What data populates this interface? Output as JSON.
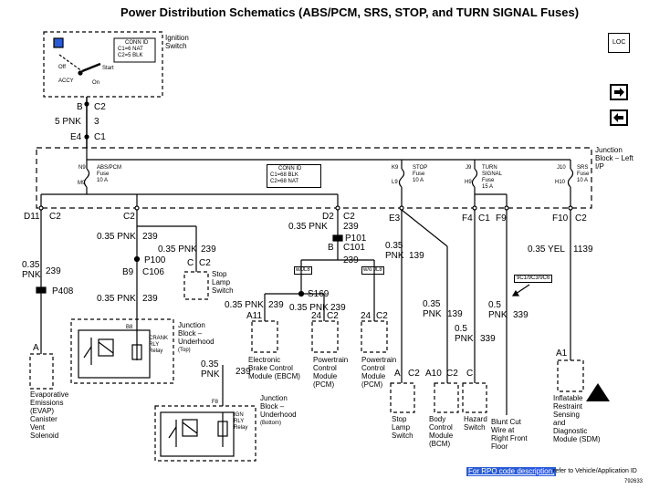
{
  "title": "Power Distribution Schematics (ABS/PCM, SRS, STOP, and TURN SIGNAL Fuses)",
  "nav": {
    "locator_label": "LOC",
    "next_icon": "arrow-right-icon",
    "prev_icon": "arrow-left-icon"
  },
  "ignition": {
    "label": "Ignition Switch",
    "conn_id": "CONN ID",
    "c1": "C1=6 NAT",
    "c2": "C2=5 BLK",
    "off": "Off",
    "accy": "ACCY",
    "on": "On",
    "start": "Start",
    "pin_b": "B",
    "pin_c2": "C2",
    "wire": "5 PNK",
    "circuit": "3",
    "pin_e4": "E4",
    "pin_c1": "C1"
  },
  "junction_left": {
    "label": "Junction Block – Left I/P",
    "conn_id": "CONN ID",
    "c1": "C1=68 BLK",
    "c2": "C2=68 NAT",
    "abs_fuse": {
      "top": "N9",
      "bottom": "M9",
      "name": "ABS/PCM",
      "sub": "Fuse",
      "rating": "10 A"
    },
    "stop_fuse": {
      "top": "K9",
      "bottom": "L9",
      "name": "STOP",
      "sub": "Fuse",
      "rating": "10 A"
    },
    "turn_fuse": {
      "top": "J9",
      "bottom": "H9",
      "name": "TURN",
      "name2": "SIGNAL",
      "sub": "Fuse",
      "rating": "15 A"
    },
    "srs_fuse": {
      "top": "J10",
      "bottom": "H10",
      "name": "SRS",
      "sub": "Fuse",
      "rating": "10 A"
    },
    "pins": {
      "d11": "D11",
      "c2a": "C2",
      "c2b": "C2",
      "d2": "D2",
      "c2c": "C2",
      "e3": "E3",
      "f4": "F4",
      "c1": "C1",
      "f9": "F9",
      "f10": "F10",
      "c2d": "C2"
    }
  },
  "wires": {
    "evap": {
      "gauge": "0.35",
      "color": "PNK",
      "circuit": "239",
      "conn": "P408"
    },
    "stop_lamp_sw": {
      "label": "0.35 PNK",
      "circuit": "239"
    },
    "c106_top": {
      "label": "0.35 PNK",
      "circuit": "239"
    },
    "p100": "P100",
    "b9": "B9",
    "c106": "C106",
    "c106_bottom": {
      "label": "0.35 PNK",
      "circuit": "239"
    },
    "d2_wire": {
      "label": "0.35 PNK",
      "circuit": "239"
    },
    "p101": "P101",
    "b": "B",
    "c101": "C101",
    "c101_bottom": "239",
    "w_jl8": "w/JL8",
    "wo_jl8": "w/o JL8",
    "s169": "S169",
    "ebcm_wire": {
      "label": "0.35 PNK",
      "circuit": "239"
    },
    "pcm_wire": {
      "label": "0.35 PNK",
      "circuit": "239"
    },
    "ign_relay_wire": {
      "gauge": "0.35",
      "color": "PNK",
      "circuit": "239"
    },
    "stop_out": {
      "gauge": "0.35",
      "color": "PNK",
      "circuit": "139"
    },
    "bcm_wire": {
      "gauge": "0.35",
      "color": "PNK",
      "circuit": "139"
    },
    "hazard_wire": {
      "gauge": "0.5",
      "color": "PNK",
      "circuit": "339"
    },
    "blunt_wire": {
      "gauge": "0.5",
      "color": "PNK",
      "circuit": "339"
    },
    "sdm_wire": {
      "label": "0.35 YEL",
      "circuit": "1139"
    },
    "rpo_flag": "9C1/9C3/9C6"
  },
  "components": {
    "evap": {
      "pin": "A",
      "label": "Evaporative\nEmissions\n(EVAP)\nCanister\nVent\nSolenoid"
    },
    "stop_lamp_switch_top": {
      "pin": "C",
      "conn": "C2",
      "label": "Stop\nLamp\nSwitch"
    },
    "crank_relay": {
      "pin": "B8",
      "label_block": "Junction\nBlock –\nUnderhood",
      "sub": "(Top)",
      "relay": "CRANK\nRLY\nRelay"
    },
    "ign_relay": {
      "pin": "F8",
      "label_block": "Junction\nBlock –\nUnderhood",
      "sub": "(Bottom)",
      "relay": "IGN\nRLY\nRelay"
    },
    "ebcm": {
      "pin": "A11",
      "label": "Electronic\nBrake Control\nModule (EBCM)"
    },
    "pcm1": {
      "pin": "24",
      "conn": "C2",
      "label": "Powertrain\nControl\nModule\n(PCM)"
    },
    "pcm2": {
      "pin": "24",
      "conn": "C2",
      "label": "Powertrain\nControl\nModule\n(PCM)"
    },
    "stop_lamp_switch": {
      "pin": "A",
      "conn": "C2",
      "label": "Stop\nLamp\nSwitch"
    },
    "bcm": {
      "pin": "A10",
      "conn": "C2",
      "label": "Body\nControl\nModule\n(BCM)"
    },
    "hazard": {
      "pin": "C",
      "label": "Hazard\nSwitch"
    },
    "blunt": {
      "label": "Blunt Cut\nWire at\nRight Front\nFloor"
    },
    "sdm": {
      "pin": "A1",
      "label": "Inflatable\nRestraint\nSensing\nand\nDiagnostic\nModule (SDM)"
    }
  },
  "footer": {
    "link": "For RPO code description,",
    "rest": "refer to Vehicle/Application ID",
    "figure_id": "792633"
  }
}
